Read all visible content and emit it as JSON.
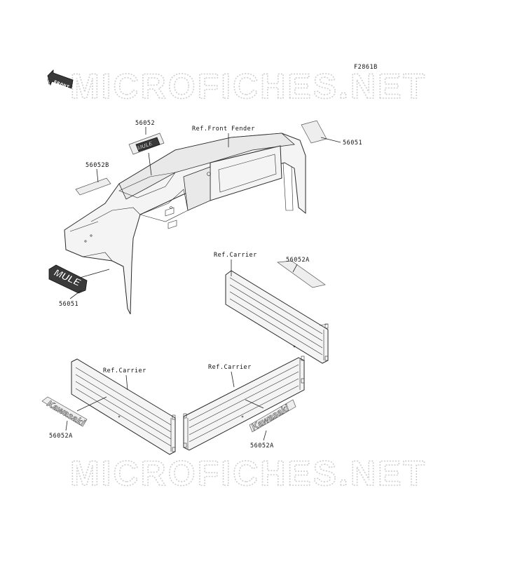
{
  "diagram_id": "F2861B",
  "watermark": "MICROFICHES.NET",
  "front_arrow": "FRONT",
  "references": {
    "front_fender": "Ref.Front Fender",
    "carrier_top": "Ref.Carrier",
    "carrier_left": "Ref.Carrier",
    "carrier_right": "Ref.Carrier"
  },
  "parts": {
    "p56052": "56052",
    "p56052B": "56052B",
    "p56051_top": "56051",
    "p56051_left": "56051",
    "p56052A_top": "56052A",
    "p56052A_left": "56052A",
    "p56052A_right": "56052A"
  },
  "decals": {
    "mule": "MULE",
    "kawasaki_left": "Kawasaki",
    "kawasaki_right": "Kawasaki",
    "mule_small": "MULE"
  }
}
